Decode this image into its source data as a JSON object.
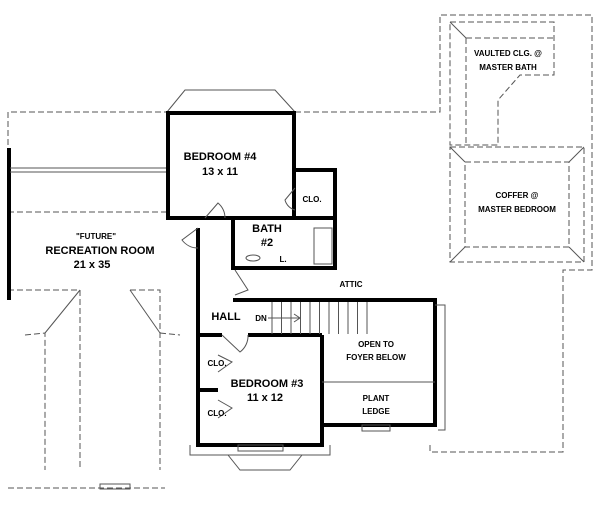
{
  "plan": {
    "rooms": {
      "bedroom4": {
        "name": "BEDROOM #4",
        "size": "13 x 11"
      },
      "closet_b4": "CLO.",
      "bath2": {
        "line1": "BATH",
        "line2": "#2"
      },
      "linen": "L.",
      "recreation": {
        "note": "\"FUTURE\"",
        "name": "RECREATION ROOM",
        "size": "21 x 35"
      },
      "attic": "ATTIC",
      "hall": "HALL",
      "stairs_dn": "DN",
      "open_foyer": {
        "line1": "OPEN TO",
        "line2": "FOYER BELOW"
      },
      "plant_ledge": {
        "line1": "PLANT",
        "line2": "LEDGE"
      },
      "bedroom3": {
        "name": "BEDROOM #3",
        "size": "11 x 12"
      },
      "closet_b3_upper": "CLO.",
      "closet_b3_lower": "CLO.",
      "vaulted": {
        "line1": "VAULTED CLG. @",
        "line2": "MASTER BATH"
      },
      "coffer": {
        "line1": "COFFER @",
        "line2": "MASTER BEDROOM"
      }
    }
  }
}
